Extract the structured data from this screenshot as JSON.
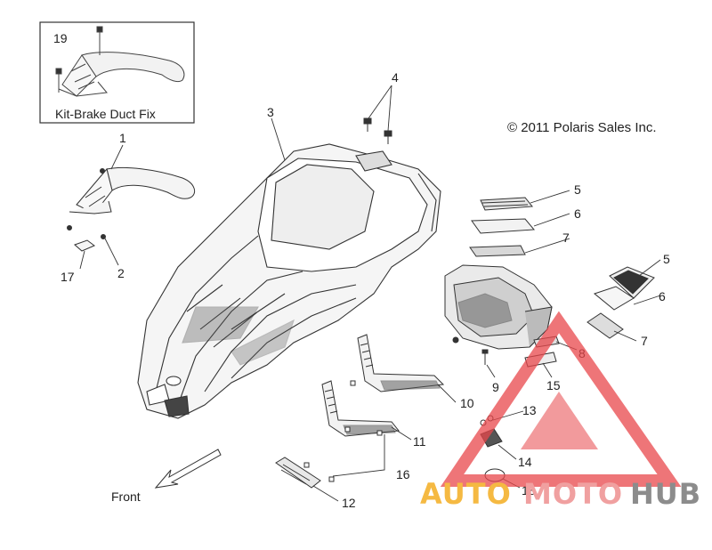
{
  "inset": {
    "number": "19",
    "caption": "Kit-Brake Duct Fix"
  },
  "copyright": "© 2011 Polaris Sales Inc.",
  "front_label": "Front",
  "callouts": [
    "1",
    "2",
    "3",
    "4",
    "5",
    "6",
    "7",
    "8",
    "9",
    "10",
    "11",
    "12",
    "13",
    "14",
    "15",
    "16",
    "17",
    "5",
    "6",
    "7",
    "18"
  ],
  "watermark": {
    "auto": "AUTO",
    "moto": "MOTO",
    "hub": "HUB"
  },
  "colors": {
    "line": "#333333",
    "wm_auto": "#f5b942",
    "wm_moto": "#f0a0a0",
    "wm_hub": "#8c8c8c",
    "wm_triangle": "#e8474b"
  }
}
